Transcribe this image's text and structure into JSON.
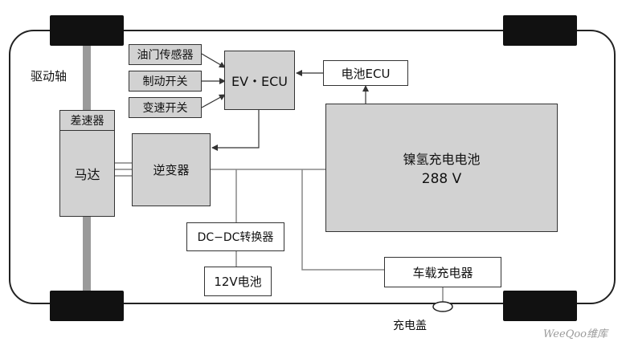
{
  "labels": {
    "drive_axle": "驱动轴",
    "differential": "差速器",
    "motor": "马达",
    "throttle_sensor": "油门传感器",
    "brake_switch": "制动开关",
    "shift_switch": "变速开关",
    "ev_ecu": "EV・ECU",
    "battery_ecu": "电池ECU",
    "battery_line1": "镍氢充电电池",
    "battery_line2": "288 V",
    "inverter": "逆变器",
    "dcdc": "DC−DC转换器",
    "battery_12v": "12V电池",
    "onboard_charger": "车载充电器",
    "charge_lid": "充电盖"
  },
  "watermark": "WeeQoo维库",
  "colors": {
    "component_fill": "#d2d2d2",
    "outline": "#333333",
    "wheel": "#111111"
  }
}
